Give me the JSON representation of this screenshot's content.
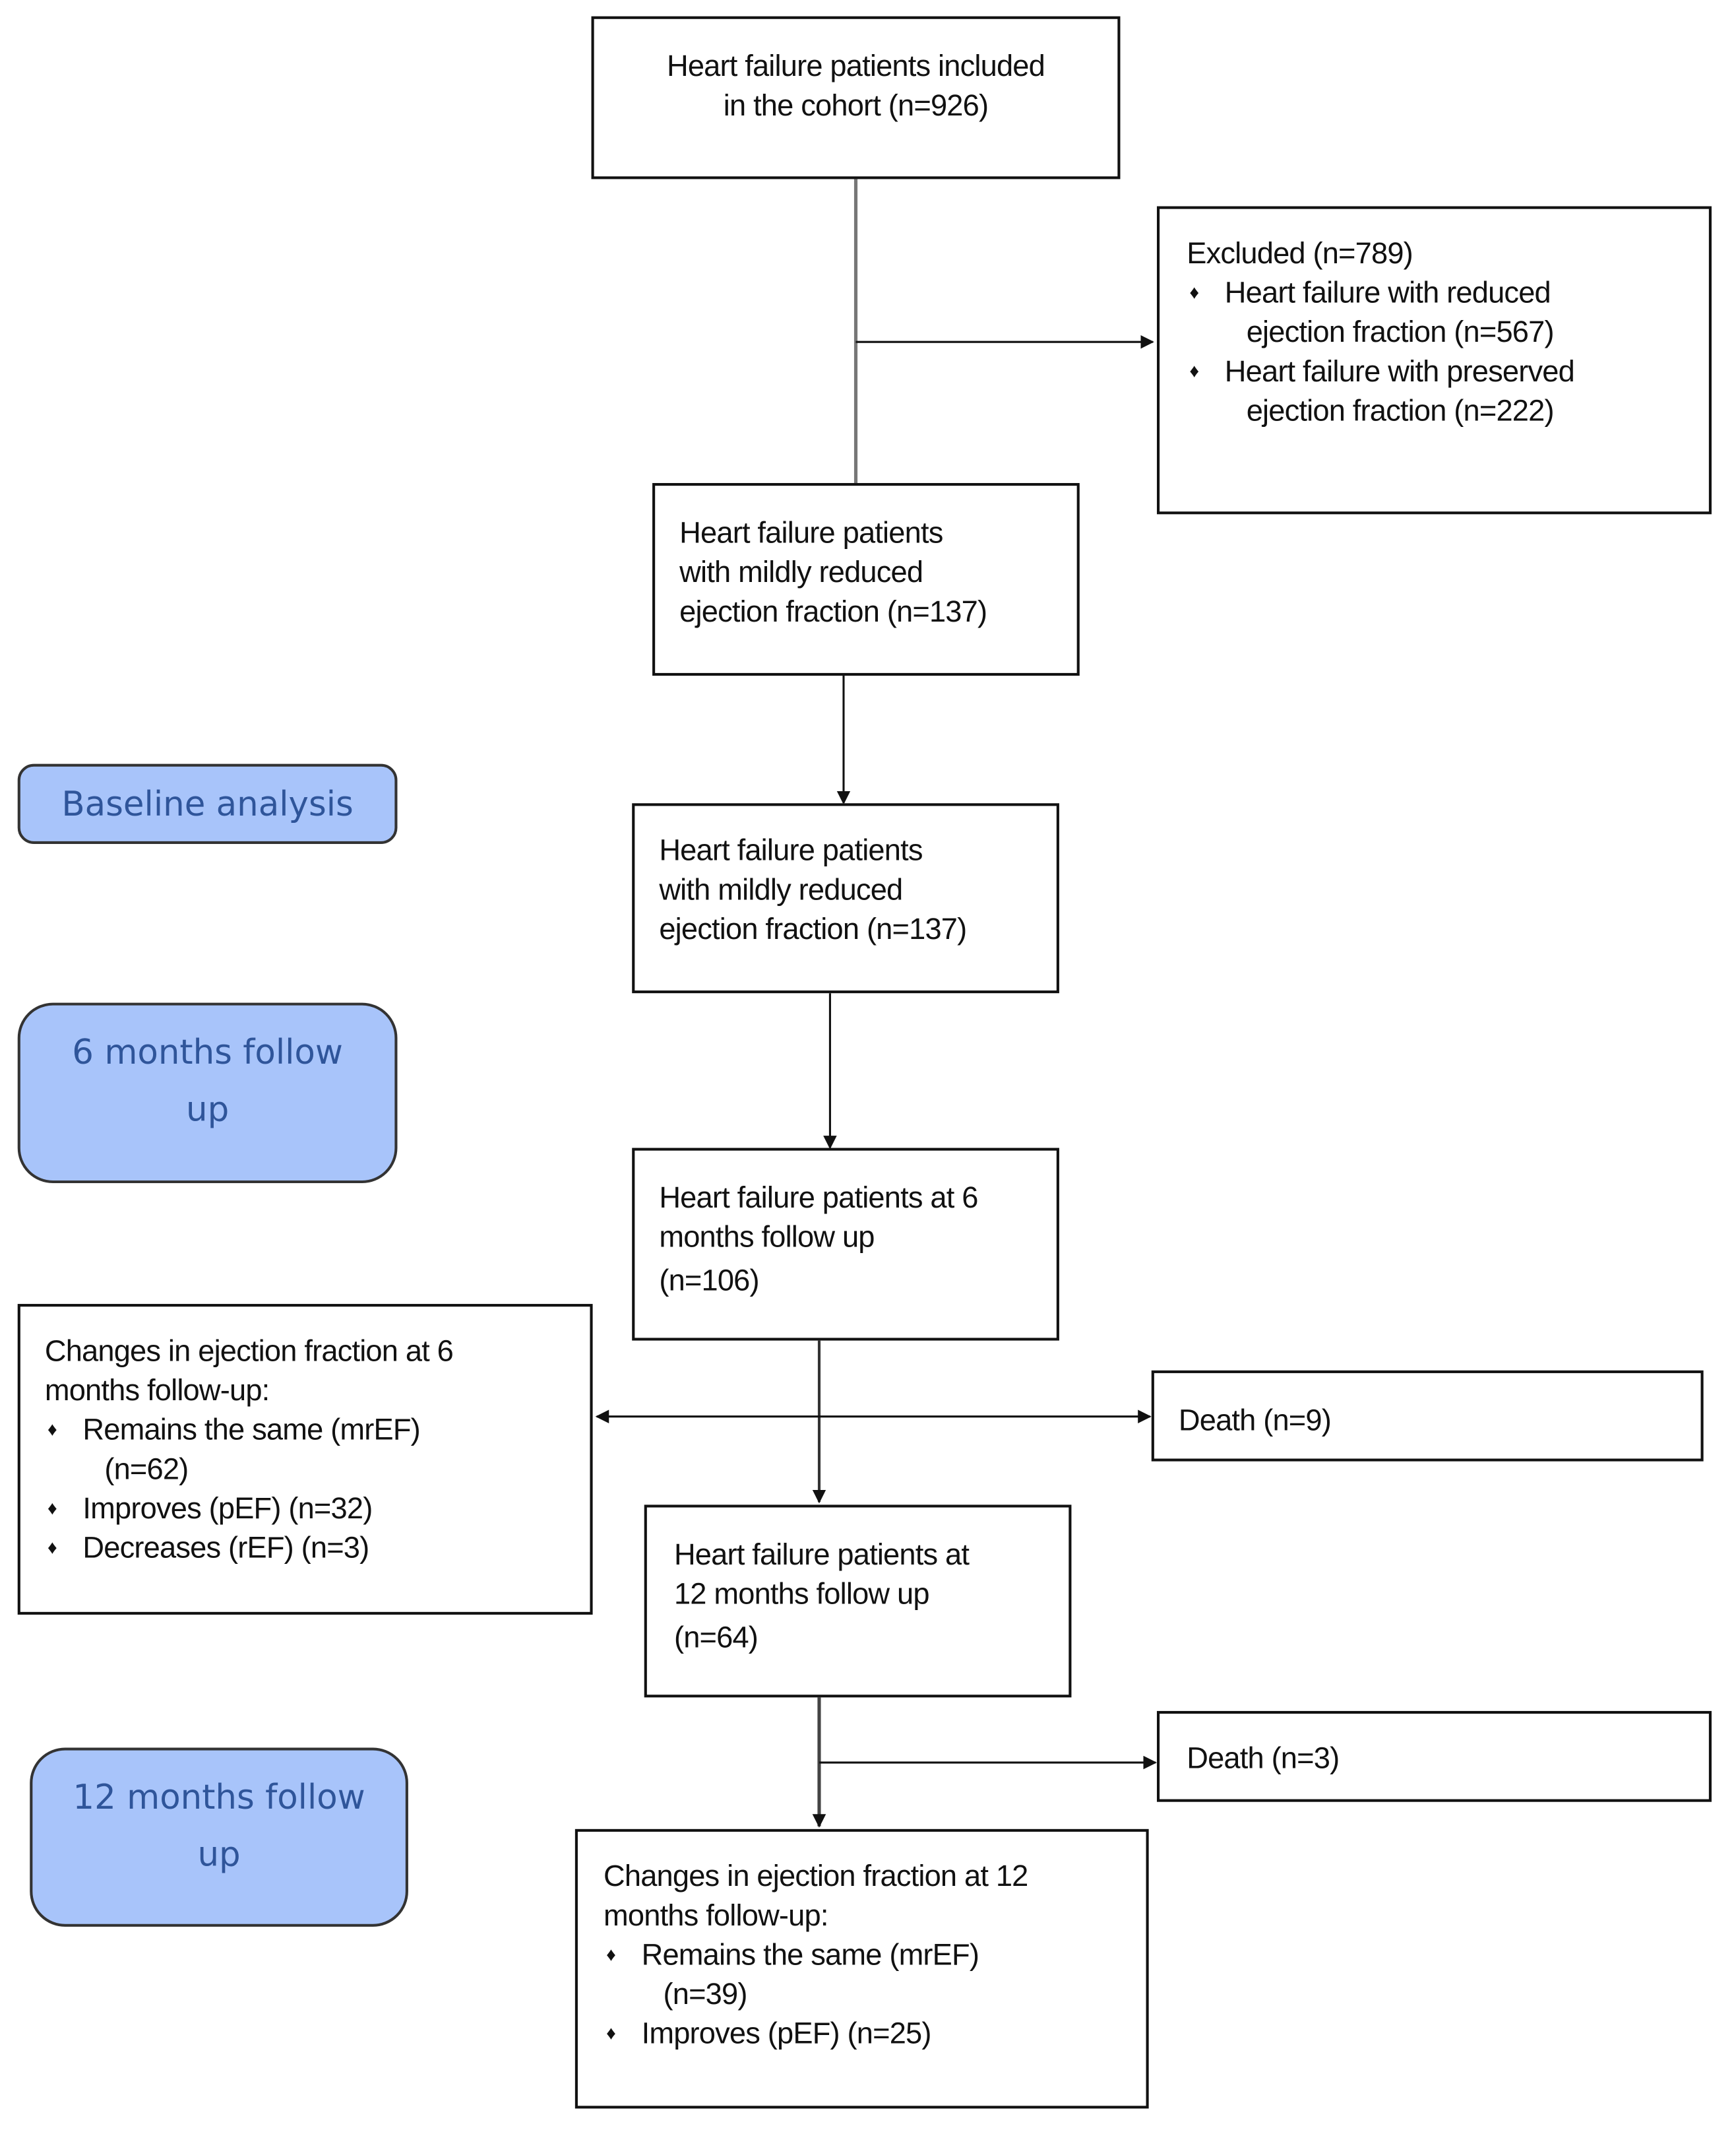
{
  "boxes": {
    "cohort": {
      "lines": [
        "Heart failure patients included",
        "in the cohort (n=926)"
      ]
    },
    "excluded": {
      "title": "Excluded  (n=789)",
      "items": [
        {
          "line1": "Heart failure with reduced",
          "line2": "ejection fraction (n=567)"
        },
        {
          "line1": "Heart failure with preserved",
          "line2": "ejection fraction (n=222)"
        }
      ]
    },
    "mildly_reduced_1": {
      "lines": [
        "Heart failure patients",
        "with mildly reduced",
        "ejection fraction (n=137)"
      ]
    },
    "mildly_reduced_2": {
      "lines": [
        "Heart failure patients",
        "with mildly reduced",
        "ejection fraction (n=137)"
      ]
    },
    "six_months": {
      "lines": [
        "Heart failure patients at 6",
        "months follow up",
        "(n=106)"
      ]
    },
    "changes_6": {
      "lines": [
        "Changes in ejection fraction at 6",
        "months follow-up:"
      ],
      "items": [
        {
          "line1": "Remains the same (mrEF)",
          "line2": "(n=62)"
        },
        {
          "line1": "Improves (pEF) (n=32)"
        },
        {
          "line1": "Decreases (rEF) (n=3)"
        }
      ]
    },
    "death_6": {
      "text": "Death (n=9)"
    },
    "twelve_months": {
      "lines": [
        "Heart failure patients at",
        "12 months follow up",
        "(n=64)"
      ]
    },
    "death_12": {
      "text": "Death (n=3)"
    },
    "changes_12": {
      "lines": [
        "Changes in ejection fraction at 12",
        "months follow-up:"
      ],
      "items": [
        {
          "line1": "Remains the same (mrEF)",
          "line2": "(n=39)"
        },
        {
          "line1": "Improves (pEF) (n=25)"
        }
      ]
    }
  },
  "stage_labels": {
    "baseline": [
      "Baseline analysis"
    ],
    "six": [
      "6 months follow",
      "up"
    ],
    "twelve": [
      "12 months follow",
      "up"
    ]
  },
  "colors": {
    "label_fill": "#a8c4fa",
    "label_text": "#2f559a",
    "line": "#111111"
  }
}
